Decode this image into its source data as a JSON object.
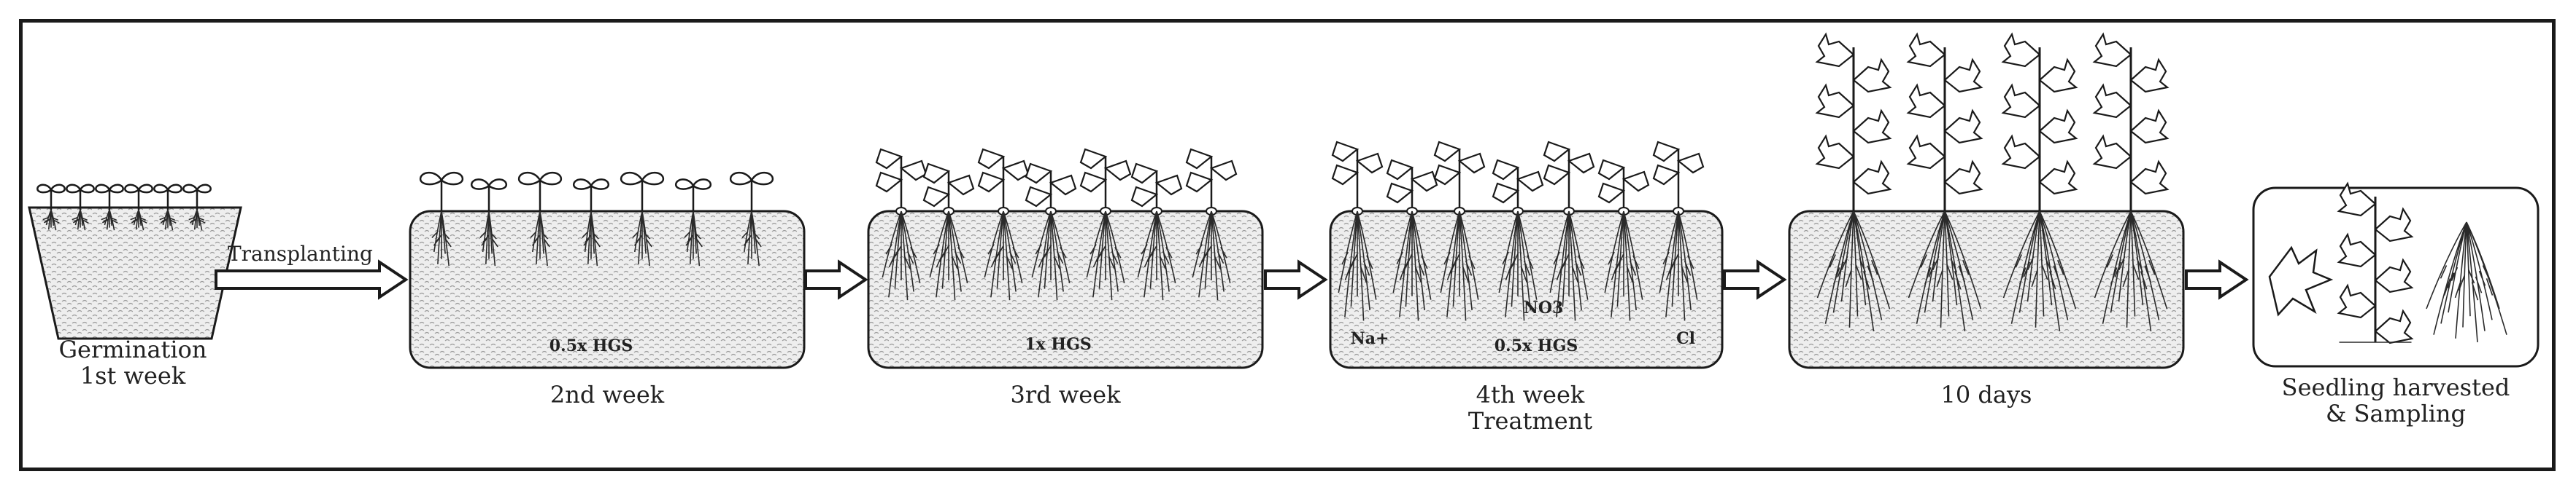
{
  "stages": [
    {
      "id": "germination",
      "line1": "Germination",
      "line2": "1st week"
    },
    {
      "id": "week2",
      "label": "2nd week",
      "solution": "0.5x HGS"
    },
    {
      "id": "week3",
      "label": "3rd week",
      "solution": "1x HGS"
    },
    {
      "id": "week4",
      "line1": "4th week",
      "line2": "Treatment",
      "solution": "0.5x HGS",
      "ions": {
        "na": "Na+",
        "no3": "NO3",
        "cl": "Cl"
      }
    },
    {
      "id": "days10",
      "label": "10 days"
    },
    {
      "id": "harvest",
      "line1": "Seedling harvested",
      "line2": "& Sampling"
    }
  ],
  "transplanting_label": "Transplanting",
  "colors": {
    "line": "#1a1a1a",
    "tank_fill": "#ececec",
    "water_dots": "#8a8a8a",
    "white": "#ffffff"
  }
}
